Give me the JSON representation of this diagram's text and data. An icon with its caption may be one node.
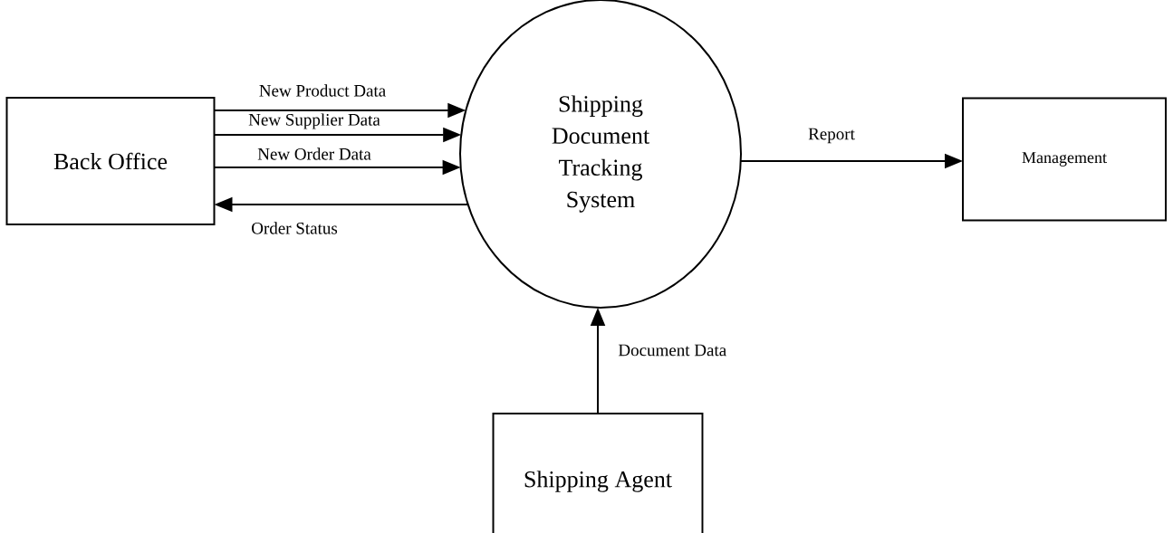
{
  "diagram": {
    "nodes": [
      {
        "text": [
          "Back Office"
        ]
      },
      {
        "text": [
          "Shipping Document Tracking System"
        ]
      },
      {
        "text": [
          "Management"
        ]
      },
      {
        "text": [
          "Shipping Agent"
        ]
      }
    ],
    "edges": [
      {
        "from": 0,
        "to": 1,
        "arrow": "to",
        "label": "New Product Data"
      },
      {
        "from": 0,
        "to": 1,
        "arrow": "to",
        "label": "New Supplier Data"
      },
      {
        "from": 0,
        "to": 1,
        "arrow": "to",
        "label": "New Order Data"
      },
      {
        "from": 1,
        "to": 0,
        "arrow": "to",
        "label": "Order Status"
      },
      {
        "from": 1,
        "to": 2,
        "arrow": "to",
        "label": "Report"
      },
      {
        "from": 3,
        "to": 1,
        "arrow": "to",
        "label": "Document Data"
      }
    ]
  }
}
